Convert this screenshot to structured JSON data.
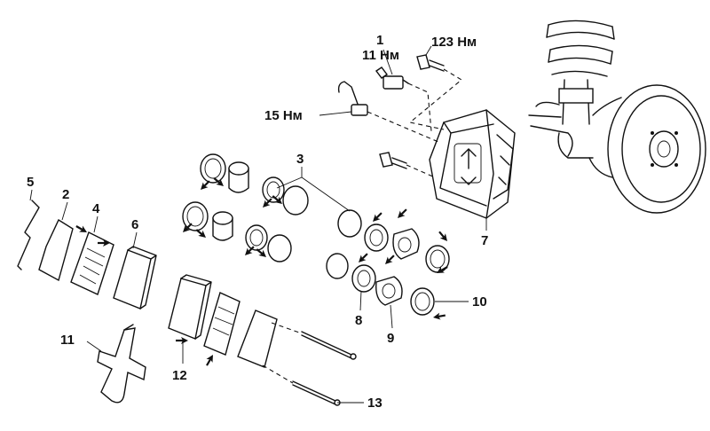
{
  "labels": {
    "n1": "1",
    "t11": "11 Нм",
    "t123": "123 Нм",
    "t15": "15 Нм",
    "n2": "2",
    "n3": "3",
    "n4": "4",
    "n5": "5",
    "n6": "6",
    "n7": "7",
    "n8": "8",
    "n9": "9",
    "n10": "10",
    "n11": "11",
    "n12": "12",
    "n13": "13"
  },
  "colors": {
    "ink": "#111111",
    "paper": "#ffffff"
  }
}
